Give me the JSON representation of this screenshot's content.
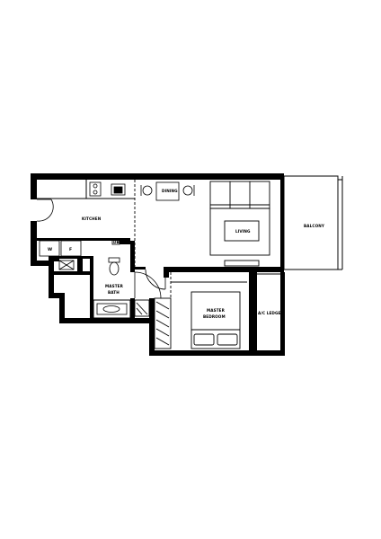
{
  "plan": {
    "rooms": {
      "kitchen": "KITCHEN",
      "dining": "DINING",
      "living": "LIVING",
      "balcony": "BALCONY",
      "master_bath_line1": "MASTER",
      "master_bath_line2": "BATH",
      "master_bedroom_line1": "MASTER",
      "master_bedroom_line2": "BEDROOM",
      "ac_ledge": "A/C LEDGE"
    },
    "fixtures": {
      "washer": "W",
      "fridge": "F",
      "db": "DB"
    },
    "colors": {
      "wall": "#000000",
      "background": "#ffffff"
    }
  }
}
